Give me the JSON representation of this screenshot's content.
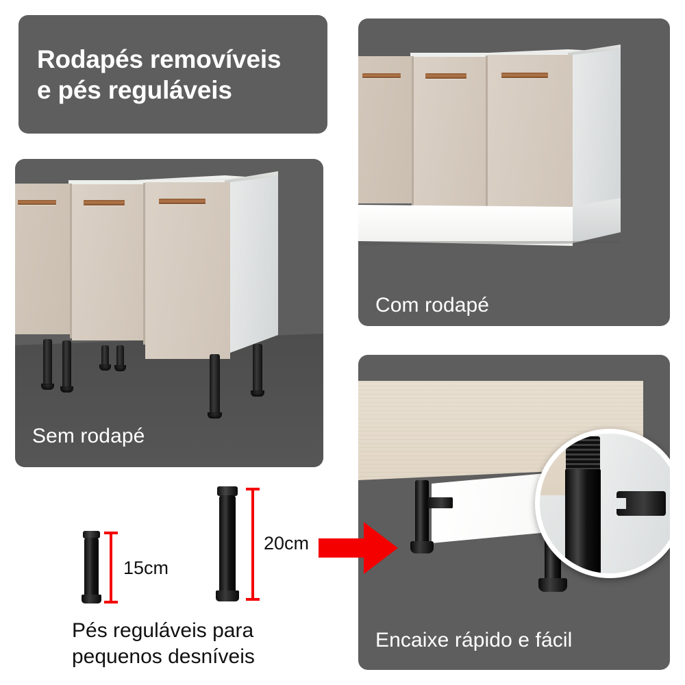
{
  "meta": {
    "background_color": "#ffffff",
    "panel_color": "#5e5e5e",
    "accent_red": "#f40000",
    "door_color": "#d6cbbe",
    "body_white": "#ffffff",
    "leg_color": "#111111"
  },
  "title_panel": {
    "line1": "Rodapés removíveis",
    "line2": "e pés reguláveis"
  },
  "panels": {
    "without_plinth": {
      "caption": "Sem rodapé",
      "scene": "kitchen base cabinet standing on adjustable black legs"
    },
    "with_plinth": {
      "caption": "Com rodapé",
      "scene": "kitchen base cabinet with white toe-kick plinth fitted"
    },
    "quick_fit": {
      "caption": "Encaixe rápido e fácil",
      "scene": "close-up of cabinet base with leg and clip bracket, magnified detail circle"
    }
  },
  "legs_figure": {
    "short_leg": {
      "label": "15cm"
    },
    "tall_leg": {
      "label": "20cm"
    },
    "caption_line1": "Pés reguláveis para",
    "caption_line2": "pequenos desníveis",
    "arrow": "red-right-arrow"
  }
}
